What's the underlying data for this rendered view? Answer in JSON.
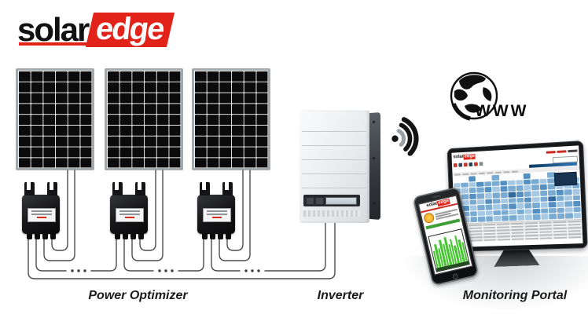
{
  "logo": {
    "solar": "solar",
    "edge": "edge",
    "accent_red": "#e2231a"
  },
  "labels": {
    "power_optimizer": "Power Optimizer",
    "inverter": "Inverter",
    "monitoring_portal": "Monitoring Portal"
  },
  "internet": {
    "www_label": "WWW"
  },
  "diagram": {
    "panel_count": 3,
    "optimizer_count": 3,
    "wire_color": "#4c4c4c"
  },
  "monitor_screen": {
    "shade_colors": [
      "#fdfdfd",
      "#a6c8e2",
      "#79aad2",
      "#538fc0",
      "#33699f",
      "#1c4a77"
    ],
    "grid_rows": [
      "0030020003002000",
      "1213223113212231",
      "2122313221232112",
      "1232122432122321",
      "2121321223124212",
      "1312212312213123",
      "2221122121322212",
      "1122212211212221"
    ],
    "toolbar_icon_colors": [
      "#c0392b",
      "#34495e",
      "#c0392b",
      "#2c3e50",
      "#c0392b",
      "#7f8c8d"
    ],
    "table_rows": 6,
    "table_cols": 9
  },
  "phone_screen": {
    "chart_bars": [
      55,
      75,
      60,
      85,
      70,
      90,
      65,
      80,
      58,
      88,
      72,
      62
    ],
    "bar_color": "#44c62e"
  }
}
